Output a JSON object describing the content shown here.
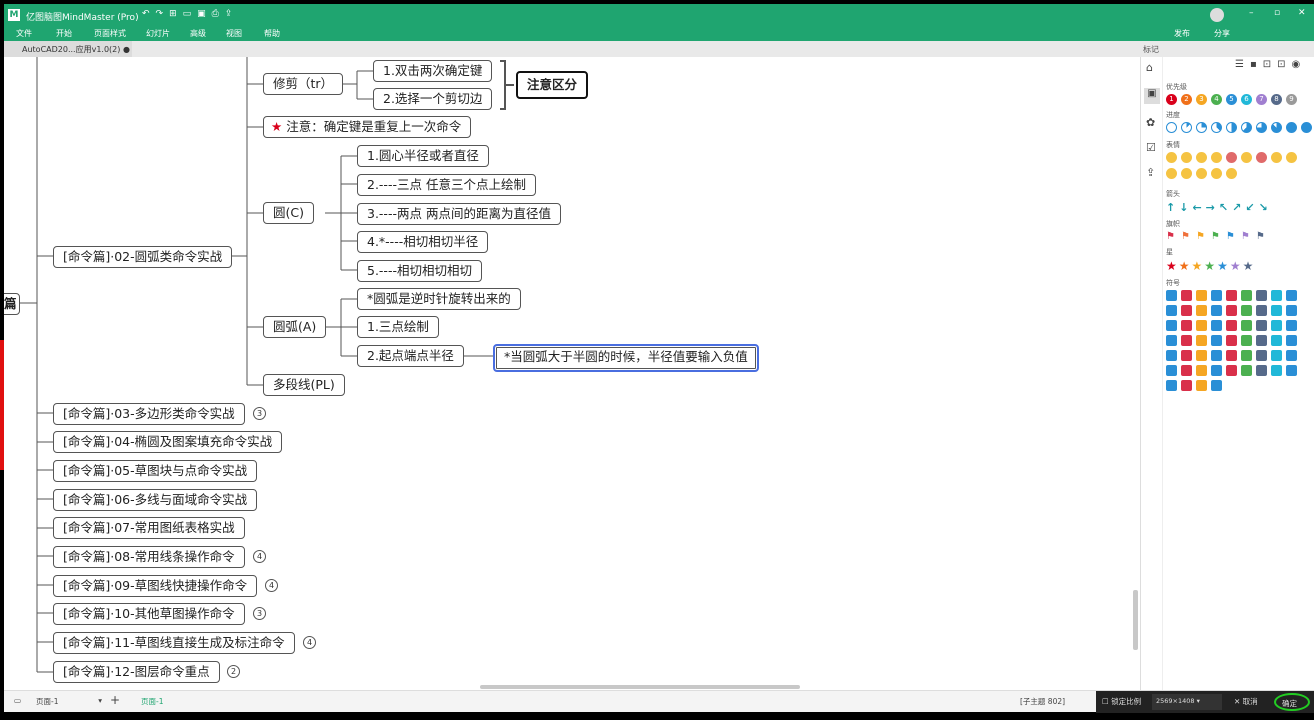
{
  "app": {
    "title": "亿图脑图MindMaster (Pro)",
    "menu": [
      "文件",
      "开始",
      "页面样式",
      "幻灯片",
      "高级",
      "视图",
      "帮助"
    ],
    "publish": "发布",
    "share": "分享",
    "doc_tab": "AutoCAD20...应用v1.0(2)"
  },
  "mindmap": {
    "root": "篇",
    "n02": "[命令篇]·02-圆弧类命令实战",
    "trim": "修剪（tr）",
    "trim1": "1.双击两次确定键",
    "trim2": "2.选择一个剪切边",
    "trim_note": "注意区分",
    "star_note": "注意：确定键是重复上一次命令",
    "circle": "圆(C)",
    "c1": "1.圆心半径或者直径",
    "c2": "2.----三点  任意三个点上绘制",
    "c3": "3.----两点  两点间的距离为直径值",
    "c4": "4.*----相切相切半径",
    "c5": "5.----相切相切相切",
    "arc": "圆弧(A)",
    "a0": "*圆弧是逆时针旋转出来的",
    "a1": "1.三点绘制",
    "a2": "2.起点端点半径",
    "a2note": "*当圆弧大于半圆的时候，半径值要输入负值",
    "pl": "多段线(PL)",
    "topics": [
      {
        "label": "[命令篇]·03-多边形类命令实战",
        "badge": "3"
      },
      {
        "label": "[命令篇]·04-椭圆及图案填充命令实战",
        "badge": ""
      },
      {
        "label": "[命令篇]·05-草图块与点命令实战",
        "badge": ""
      },
      {
        "label": "[命令篇]·06-多线与面域命令实战",
        "badge": ""
      },
      {
        "label": "[命令篇]·07-常用图纸表格实战",
        "badge": ""
      },
      {
        "label": "[命令篇]·08-常用线条操作命令",
        "badge": "4"
      },
      {
        "label": "[命令篇]·09-草图线快捷操作命令",
        "badge": "4"
      },
      {
        "label": "[命令篇]·10-其他草图操作命令",
        "badge": "3"
      },
      {
        "label": "[命令篇]·11-草图线直接生成及标注命令",
        "badge": "4"
      },
      {
        "label": "[命令篇]·12-图层命令重点",
        "badge": "2"
      }
    ]
  },
  "panel": {
    "title": "标记",
    "sections": {
      "priority": "优先级",
      "progress": "进度",
      "emoji": "表情",
      "arrow": "箭头",
      "flag": "旗帜",
      "star": "星",
      "symbol": "符号"
    },
    "priority_colors": [
      "#d9001b",
      "#f0701a",
      "#f5a623",
      "#4cb050",
      "#2a8fd6",
      "#21b8d8",
      "#a07fd0",
      "#566a8a",
      "#9a9a9a"
    ],
    "flag_colors": [
      "#d9304a",
      "#f0703a",
      "#f5a623",
      "#4cb050",
      "#2a8fd6",
      "#a07fd0",
      "#566a8a"
    ],
    "arrows": [
      "↑",
      "↓",
      "←",
      "→",
      "↖",
      "↗",
      "↙",
      "↘"
    ]
  },
  "status": {
    "page_select": "页面-1",
    "page_tab": "页面-1",
    "subtopic": "[子主题 802]",
    "lock_ratio": "锁定比例",
    "size": "2569×1408",
    "cancel": "取消",
    "confirm": "确定"
  }
}
